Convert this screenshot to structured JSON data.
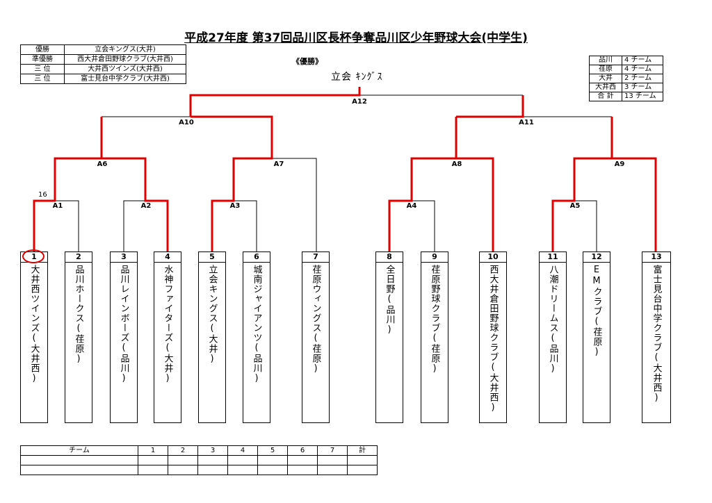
{
  "title": "平成27年度 第37回品川区長杯争奪品川区少年野球大会(中学生)",
  "results": [
    {
      "label": "優勝",
      "value": "立会キングス(大井)"
    },
    {
      "label": "準優勝",
      "value": "西大井倉田野球クラブ(大井西)"
    },
    {
      "label": "三 位",
      "value": "大井西ツインズ(大井西)"
    },
    {
      "label": "三 位",
      "value": "富士見台中学クラブ(大井西)"
    }
  ],
  "champion_label": "《優勝》",
  "champion_name": "立会 ｷﾝｸﾞｽ",
  "areas": [
    {
      "name": "品川",
      "count": "4 チーム"
    },
    {
      "name": "荏原",
      "count": "4 チーム"
    },
    {
      "name": "大井",
      "count": "2 チーム"
    },
    {
      "name": "大井西",
      "count": "3 チーム"
    },
    {
      "name": "合 計",
      "count": "13 チーム"
    }
  ],
  "seed_note": "16",
  "matches": [
    "A1",
    "A2",
    "A3",
    "A4",
    "A5",
    "A6",
    "A7",
    "A8",
    "A9",
    "A10",
    "A11",
    "A12"
  ],
  "teams": [
    {
      "num": "1",
      "name": "大井西ツインズ(大井西)"
    },
    {
      "num": "2",
      "name": "品川ホークス(荏原)"
    },
    {
      "num": "3",
      "name": "品川レインボーズ(品川)"
    },
    {
      "num": "4",
      "name": "水神ファイターズ(大井)"
    },
    {
      "num": "5",
      "name": "立会キングス(大井)"
    },
    {
      "num": "6",
      "name": "城南ジャイアンツ(品川)"
    },
    {
      "num": "7",
      "name": "荏原ウィングス(荏原)"
    },
    {
      "num": "8",
      "name": "全日野(品川)"
    },
    {
      "num": "9",
      "name": "荏原野球クラブ(荏原)"
    },
    {
      "num": "10",
      "name": "西大井倉田野球クラブ(大井西)"
    },
    {
      "num": "11",
      "name": "八潮ドリームス(品川)"
    },
    {
      "num": "12",
      "name": "EMクラブ(荏原)"
    },
    {
      "num": "13",
      "name": "富士見台中学クラブ(大井西)"
    }
  ],
  "score_table": {
    "header": [
      "チーム",
      "1",
      "2",
      "3",
      "4",
      "5",
      "6",
      "7",
      "計"
    ]
  },
  "colors": {
    "win_line": "#e00000",
    "line": "#000000"
  }
}
